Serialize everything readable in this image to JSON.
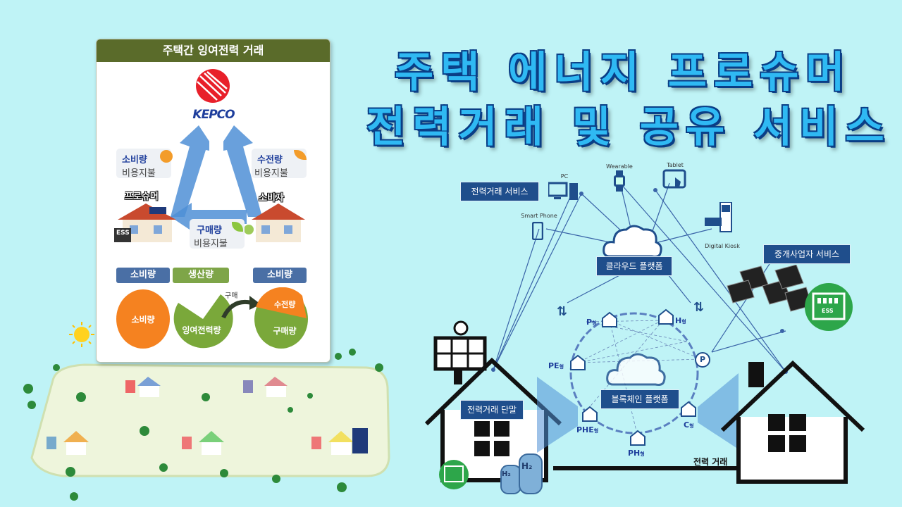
{
  "title": {
    "line1": "주택 에너지 프로슈머",
    "line2": "전력거래 및 공유 서비스"
  },
  "left_panel": {
    "header": "주택간 잉여전력 거래",
    "logo_text": "KEPCO",
    "left_usage": {
      "label": "소비량",
      "sub": "비용지불"
    },
    "right_usage": {
      "label": "수전량",
      "sub": "비용지불"
    },
    "purchase": {
      "label": "구매량",
      "sub": "비용지불"
    },
    "prosumer_label": "프로슈머",
    "consumer_label": "소비자",
    "ess_label": "ESS",
    "pills": [
      "소비량",
      "생산량",
      "소비량"
    ],
    "blob_left": "소비량",
    "blob_mid": "잉여전력량",
    "arrow_label": "구매",
    "blob_right_top": "수전량",
    "blob_right_bottom": "구매량"
  },
  "right_diagram": {
    "service_label": "전력거래 서비스",
    "broker_label": "중개사업자 서비스",
    "cloud_label": "클라우드 플랫폼",
    "blockchain_label": "블록체인 플랫폼",
    "terminal_label": "전력거래 단말",
    "trade_label": "전력 거래",
    "devices": {
      "pc": "PC",
      "wearable": "Wearable",
      "tablet": "Tablet",
      "smartphone": "Smart Phone",
      "kiosk": "Digital Kiosk"
    },
    "nodes": {
      "p": "P",
      "h": "H",
      "pe": "PE",
      "c": "C",
      "phe": "PHE",
      "ph": "PH"
    },
    "node_suffix": "형",
    "ess_label": "ESS",
    "h2_label": "H₂",
    "parking": "P"
  },
  "colors": {
    "title": "#2fb9f3",
    "title_outline": "#0a3e86",
    "box": "#1f4e8c",
    "panel_head": "#5a6b2a",
    "ess_green": "#2da64a"
  }
}
